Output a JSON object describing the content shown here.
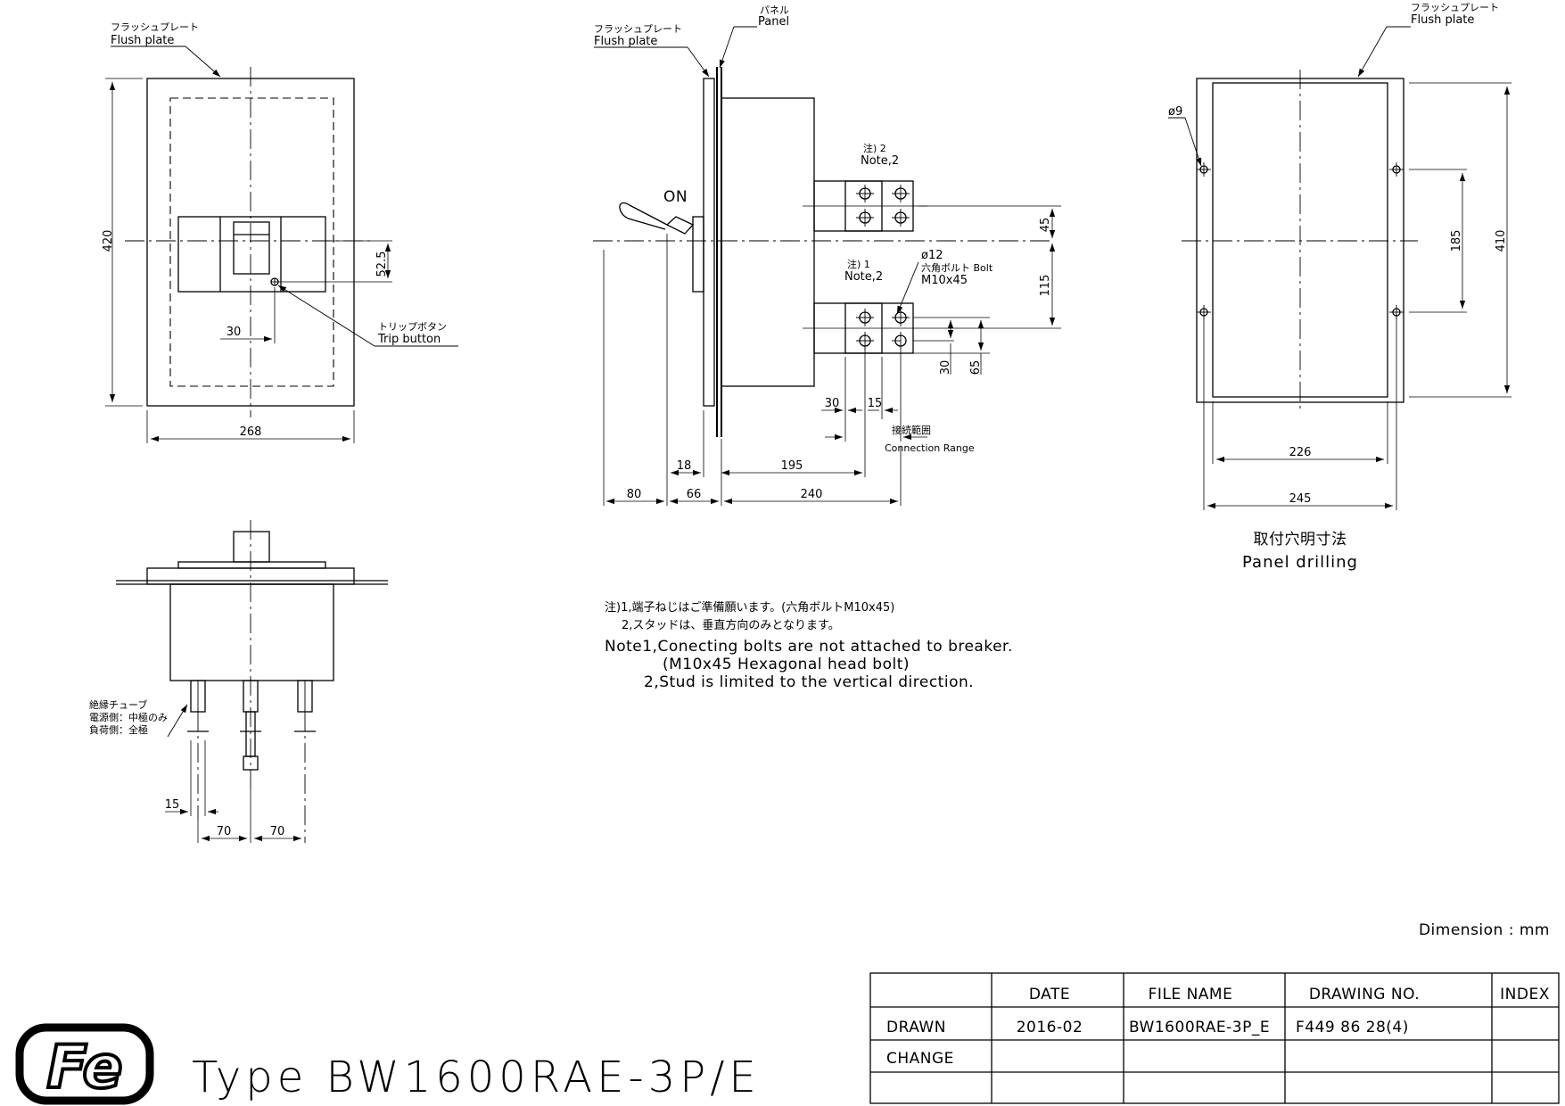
{
  "front_view": {
    "flush_plate_jp": "フラッシュプレート",
    "flush_plate_en": "Flush plate",
    "dim_height": "420",
    "dim_width": "268",
    "dim_525": "52.5",
    "dim_30": "30",
    "trip_button_jp": "トリップボタン",
    "trip_button_en": "Trip button"
  },
  "side_view": {
    "flush_plate_jp": "フラッシュプレート",
    "flush_plate_en": "Flush plate",
    "panel_jp": "パネル",
    "panel_en": "Panel",
    "on_label": "ON",
    "note2_jp": "注) 2",
    "note2_en": "Note,2",
    "note1_jp": "注) 1",
    "note1_en": "Note,2",
    "bolt_dia": "ø12",
    "bolt_jp": "六角ボルト Bolt",
    "bolt_size": "M10x45",
    "conn_jp": "接続範囲",
    "conn_en": "Connection Range",
    "dims": {
      "d45": "45",
      "d115": "115",
      "d30v": "30",
      "d65": "65",
      "d30h": "30",
      "d15": "15",
      "d18": "18",
      "d195": "195",
      "d80": "80",
      "d66": "66",
      "d240": "240"
    }
  },
  "panel_drilling": {
    "flush_plate_jp": "フラッシュプレート",
    "flush_plate_en": "Flush plate",
    "hole": "ø9",
    "d185": "185",
    "d410": "410",
    "d226": "226",
    "d245": "245",
    "title_jp": "取付穴明寸法",
    "title_en": "Panel drilling"
  },
  "bottom_view": {
    "tube_jp_1": "絶縁チューブ",
    "tube_jp_2": "電源側：中極のみ",
    "tube_jp_3": "負荷側：全極",
    "d15": "15",
    "d70a": "70",
    "d70b": "70"
  },
  "notes": {
    "jp_1": "注)1,端子ねじはご準備願います。(六角ボルトM10x45)",
    "jp_2": "2,スタッドは、垂直方向のみとなります。",
    "en_1": "Note1,Conecting bolts are not attached to breaker.",
    "en_2": "(M10x45 Hexagonal head bolt)",
    "en_3": "2,Stud is limited to the vertical direction."
  },
  "dimension_unit": "Dimension : mm",
  "logo_text": "Fe",
  "type_label": "Type BW1600RAE-3P/E",
  "title_block": {
    "headers": [
      "",
      "DATE",
      "FILE NAME",
      "DRAWING NO.",
      "INDEX"
    ],
    "rows": [
      [
        "DRAWN",
        "2016-02",
        "BW1600RAE-3P_E",
        "F449 86 28(4)",
        ""
      ],
      [
        "CHANGE",
        "",
        "",
        "",
        ""
      ],
      [
        "",
        "",
        "",
        "",
        ""
      ]
    ]
  }
}
